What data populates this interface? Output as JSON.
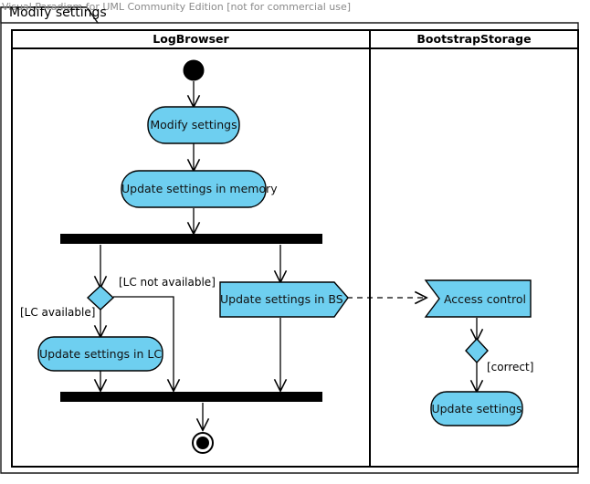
{
  "watermark": "Visual Paradigm for UML Community Edition [not for commercial use]",
  "frame": {
    "tab_label": "Modify settings"
  },
  "swimlanes": [
    {
      "name": "LogBrowser"
    },
    {
      "name": "BootstrapStorage"
    }
  ],
  "colors": {
    "node_fill": "#6ECFF0",
    "node_stroke": "#000000",
    "bar_fill": "#000000",
    "frame_stroke": "#1a1a1a",
    "watermark_text": "#8a8a8a",
    "canvas_background": "#ffffff"
  },
  "nodes": {
    "initial": {
      "name": "initial-node"
    },
    "modify_settings": {
      "label": "Modify settings"
    },
    "update_memory": {
      "label": "Update settings in memory"
    },
    "fork": {
      "name": "fork-bar"
    },
    "decision_lc": {
      "name": "decision-node-lc"
    },
    "update_lc": {
      "label": "Update settings in LC"
    },
    "send_bs": {
      "label": "Update settings in BS"
    },
    "receive_access": {
      "label": "Access control"
    },
    "decision_correct": {
      "name": "decision-node-correct"
    },
    "update_settings": {
      "label": "Update settings"
    },
    "join": {
      "name": "join-bar"
    },
    "final": {
      "name": "final-node"
    }
  },
  "guards": {
    "lc_not_available": "[LC not available]",
    "lc_available": "[LC available]",
    "correct": "[correct]"
  }
}
